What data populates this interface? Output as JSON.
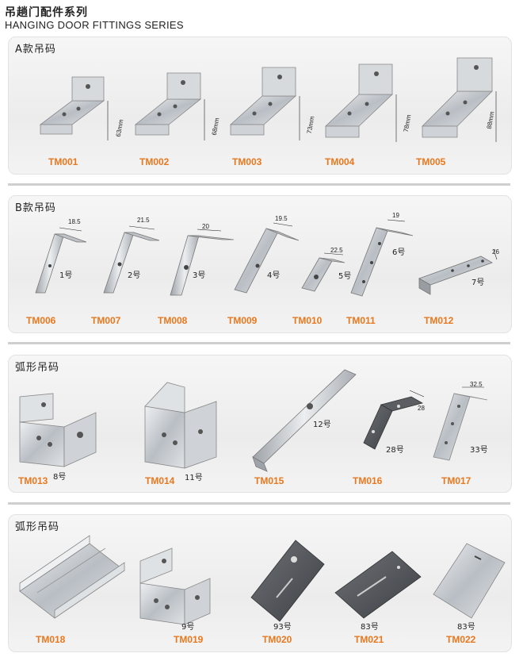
{
  "header": {
    "title_cn": "吊趟门配件系列",
    "title_en": "HANGING DOOR FITTINGS SERIES"
  },
  "sections": [
    {
      "title": "A款吊码",
      "items": [
        {
          "code": "TM001",
          "dim": "63mm"
        },
        {
          "code": "TM002",
          "dim": "68mm"
        },
        {
          "code": "TM003",
          "dim": "73mm"
        },
        {
          "code": "TM004",
          "dim": "78mm"
        },
        {
          "code": "TM005",
          "dim": "88mm"
        }
      ]
    },
    {
      "title": "B款吊码",
      "items": [
        {
          "code": "TM006",
          "hao": "1号",
          "dim": "18.5"
        },
        {
          "code": "TM007",
          "hao": "2号",
          "dim": "21.5"
        },
        {
          "code": "TM008",
          "hao": "3号",
          "dim": "20"
        },
        {
          "code": "TM009",
          "hao": "4号",
          "dim": "19.5"
        },
        {
          "code": "TM010",
          "hao": "5号",
          "dim": "22.5"
        },
        {
          "code": "TM011",
          "hao": "6号",
          "dim": "19"
        },
        {
          "code": "TM012",
          "hao": "7号",
          "dim": "26"
        }
      ]
    },
    {
      "title": "弧形吊码",
      "items": [
        {
          "code": "TM013",
          "hao": "8号"
        },
        {
          "code": "TM014",
          "hao": "11号"
        },
        {
          "code": "TM015",
          "hao": "12号"
        },
        {
          "code": "TM016",
          "hao": "28号",
          "dim": "28"
        },
        {
          "code": "TM017",
          "hao": "33号",
          "dim": "32.5"
        }
      ]
    },
    {
      "title": "弧形吊码",
      "items": [
        {
          "code": "TM018"
        },
        {
          "code": "TM019",
          "hao": "9号"
        },
        {
          "code": "TM020",
          "hao": "93号"
        },
        {
          "code": "TM021",
          "hao": "83号"
        },
        {
          "code": "TM022",
          "hao": "83号"
        }
      ]
    }
  ],
  "colors": {
    "accent": "#e8781e",
    "panel": "#eeeeee",
    "metal": "#c8ccd0"
  }
}
